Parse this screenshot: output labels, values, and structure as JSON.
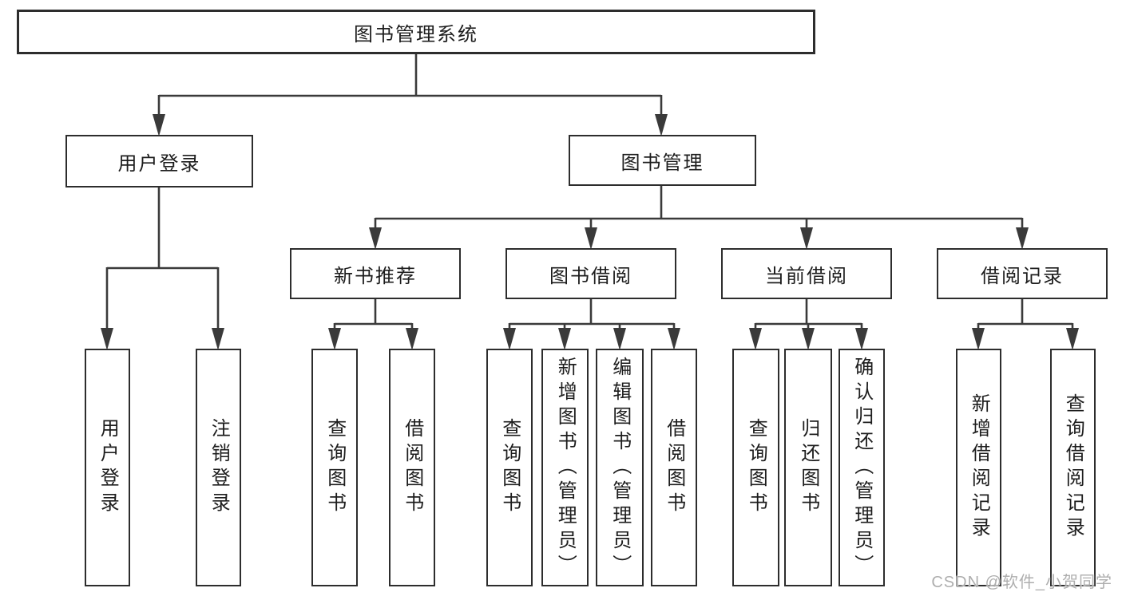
{
  "colors": {
    "line": "#3a3a3a",
    "box_border": "#2d2d2d",
    "text": "#1d1d1d",
    "watermark": "#aeaeae",
    "background": "#ffffff"
  },
  "diagram": {
    "root": {
      "label": "图书管理系统"
    },
    "branches": [
      {
        "label": "用户登录",
        "children": [
          {
            "label": "用户登录"
          },
          {
            "label": "注销登录"
          }
        ]
      },
      {
        "label": "图书管理",
        "children": [
          {
            "label": "新书推荐",
            "children": [
              {
                "label": "查询图书"
              },
              {
                "label": "借阅图书"
              }
            ]
          },
          {
            "label": "图书借阅",
            "children": [
              {
                "label": "查询图书"
              },
              {
                "label": "新增图书（管理员）"
              },
              {
                "label": "编辑图书（管理员）"
              },
              {
                "label": "借阅图书"
              }
            ]
          },
          {
            "label": "当前借阅",
            "children": [
              {
                "label": "查询图书"
              },
              {
                "label": "归还图书"
              },
              {
                "label": "确认归还（管理员）"
              }
            ]
          },
          {
            "label": "借阅记录",
            "children": [
              {
                "label": "新增借阅记录"
              },
              {
                "label": "查询借阅记录"
              }
            ]
          }
        ]
      }
    ]
  },
  "watermark": {
    "text": "CSDN @软件_小贺同学"
  }
}
